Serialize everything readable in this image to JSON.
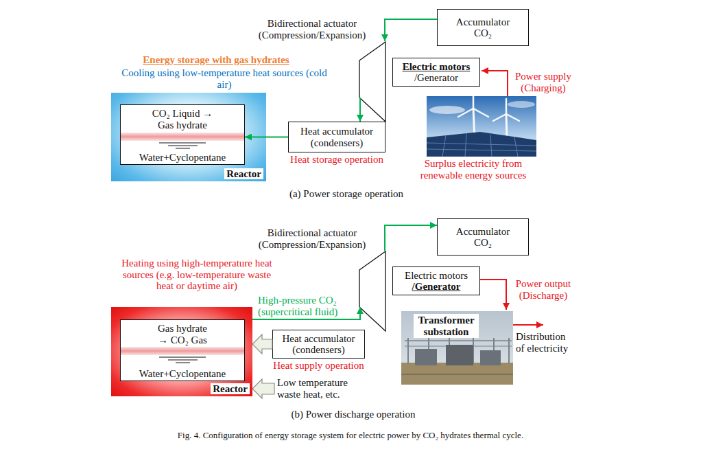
{
  "diagram": {
    "caption": "Fig. 4. Configuration of energy storage system for electric power by CO₂ hydrates thermal cycle.",
    "nodes": [
      {
        "text": [
          "Bidirectional actuator (Compression/Expansion)"
        ]
      },
      {
        "text": [
          "Accumulator CO₂"
        ]
      },
      {
        "text": [
          "Electric motors",
          "/Generator"
        ]
      },
      {
        "text": [
          "Reactor"
        ]
      },
      {
        "text": [
          "CO₂ Liquid → Gas hydrate",
          "Water+Cyclopentane"
        ],
        "in": 3
      },
      {
        "text": [
          "Heat accumulator (condensers)",
          "Heat storage operation"
        ]
      },
      {
        "text": [
          "Bidirectional actuator (Compression/Expansion)"
        ]
      },
      {
        "text": [
          "Accumulator CO₂"
        ]
      },
      {
        "text": [
          "Electric motors",
          "/Generator"
        ]
      },
      {
        "text": [
          "Reactor"
        ]
      },
      {
        "text": [
          "Gas hydrate → CO₂ Gas",
          "Water+Cyclopentane"
        ],
        "in": 9
      },
      {
        "text": [
          "Heat accumulator (condensers)",
          "Heat supply operation"
        ]
      }
    ],
    "edges": [
      {
        "from": 1,
        "to": 0,
        "arrow": "to"
      },
      {
        "from": 0,
        "to": 5,
        "arrow": "to"
      },
      {
        "from": 5,
        "to": 4,
        "arrow": "to"
      },
      {
        "from": 6,
        "to": 7,
        "arrow": "to"
      },
      {
        "from": 9,
        "to": 6,
        "arrow": "to",
        "label": "High-pressure CO₂ (supercritical fluid)"
      },
      {
        "from": 11,
        "to": 9,
        "arrow": "to"
      }
    ],
    "labels": [
      "Energy storage with gas hydrates",
      "Cooling using low-temperature heat sources (cold air)",
      "Power supply (Charging)",
      "Surplus electricity from renewable energy sources",
      "(a) Power storage operation",
      "Heating using high-temperature heat sources (e.g. low-temperature waste heat or daytime air)",
      "Power output (Discharge)",
      "Transformer substation",
      "Distribution of electricity",
      "Low temperature waste heat, etc.",
      "(b) Power discharge operation"
    ]
  }
}
